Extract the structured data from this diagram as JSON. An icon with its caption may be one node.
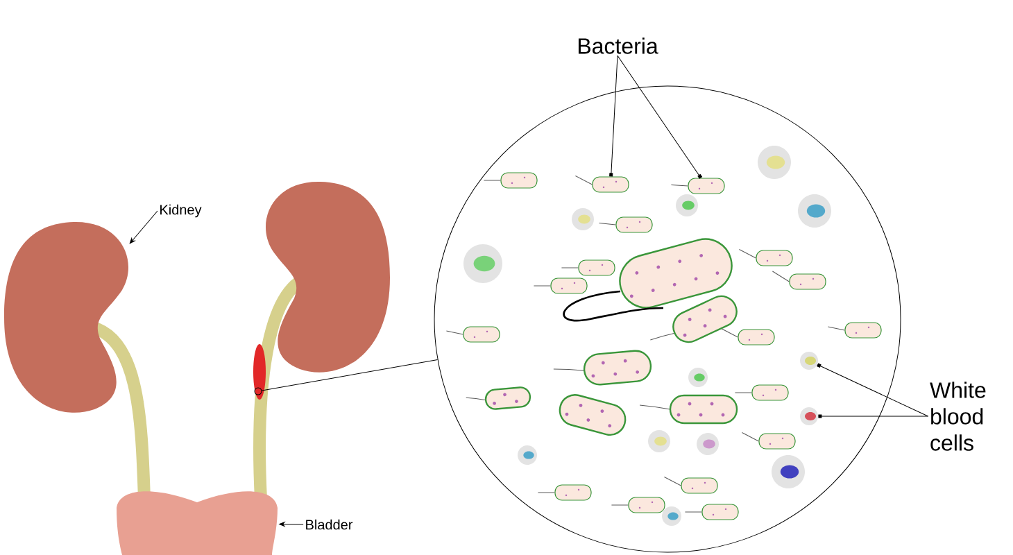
{
  "diagram": {
    "nodes": [
      {
        "text": [
          "Kidney"
        ]
      },
      {
        "text": [],
        "shape": "kidney"
      },
      {
        "text": [
          "Bladder"
        ]
      },
      {
        "text": [],
        "shape": "bladder"
      },
      {
        "text": [],
        "shape": "circle"
      },
      {
        "text": [],
        "shape": "circle"
      },
      {
        "text": [
          "Bacteria"
        ]
      },
      {
        "text": [],
        "shape": "bacterium",
        "in": 5
      },
      {
        "text": [],
        "shape": "bacterium",
        "in": 5
      },
      {
        "text": [],
        "shape": "bacterium",
        "in": 5
      },
      {
        "text": [],
        "shape": "bacterium",
        "in": 5
      },
      {
        "text": [],
        "shape": "bacterium",
        "in": 5
      },
      {
        "text": [],
        "shape": "bacterium",
        "in": 5
      },
      {
        "text": [],
        "shape": "bacterium",
        "in": 5
      },
      {
        "text": [],
        "shape": "bacterium",
        "in": 5
      },
      {
        "text": [],
        "shape": "bacterium",
        "in": 5
      },
      {
        "text": [],
        "shape": "bacterium",
        "in": 5
      },
      {
        "text": [],
        "shape": "bacterium",
        "in": 5
      },
      {
        "text": [],
        "shape": "bacterium",
        "in": 5
      },
      {
        "text": [],
        "shape": "bacterium",
        "in": 5
      },
      {
        "text": [],
        "shape": "bacterium",
        "in": 5
      },
      {
        "text": [],
        "shape": "bacterium",
        "in": 5
      },
      {
        "text": [],
        "shape": "bacterium",
        "in": 5
      },
      {
        "text": [],
        "shape": "bacterium",
        "in": 5
      },
      {
        "text": [
          "White blood cells"
        ]
      },
      {
        "text": [],
        "shape": "circle",
        "in": 5
      },
      {
        "text": [],
        "shape": "circle",
        "in": 5
      }
    ],
    "edges": [
      {
        "from": 0,
        "to": 1,
        "arrow": "to"
      },
      {
        "from": 2,
        "to": 3,
        "arrow": "to"
      },
      {
        "from": 4,
        "to": 5,
        "arrow": "none"
      },
      {
        "from": 6,
        "to": 8,
        "arrow": "other"
      },
      {
        "from": 6,
        "to": 9,
        "arrow": "other"
      },
      {
        "from": 24,
        "to": 25,
        "arrow": "other"
      },
      {
        "from": 24,
        "to": 26,
        "arrow": "other"
      }
    ]
  }
}
